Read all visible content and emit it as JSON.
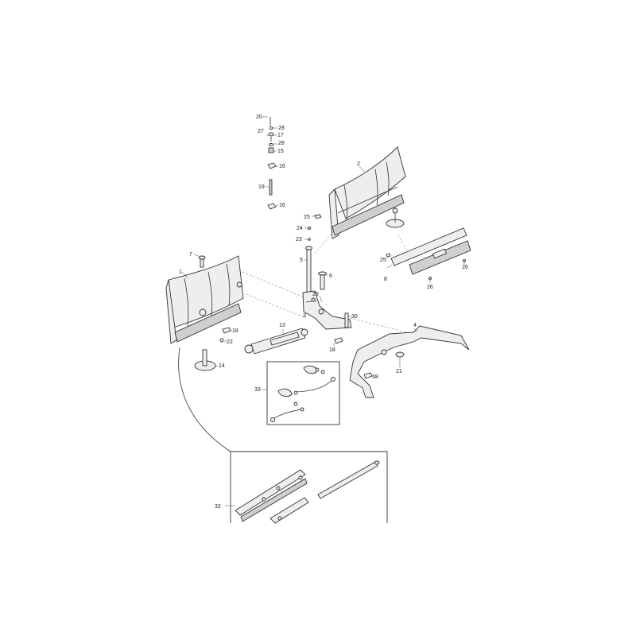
{
  "diagram": {
    "callouts": {
      "c20": "20",
      "c28a": "28",
      "c27": "27",
      "c17": "17",
      "c28b": "28",
      "c15": "15",
      "c16a": "16",
      "c19": "19",
      "c16b": "16",
      "c2": "2",
      "c25a": "25",
      "c24": "24",
      "c23": "23",
      "c5": "5",
      "c6": "6",
      "c7": "7",
      "c1": "1",
      "c29": "29",
      "c3": "3",
      "c30": "30",
      "c18a": "18",
      "c22": "22",
      "c13": "13",
      "c18b": "18",
      "c14": "14",
      "c25b": "25",
      "c8": "8",
      "c26a": "26",
      "c26b": "26",
      "c4": "4",
      "c21": "21",
      "c18c": "18",
      "c33": "33",
      "c32": "32"
    }
  }
}
